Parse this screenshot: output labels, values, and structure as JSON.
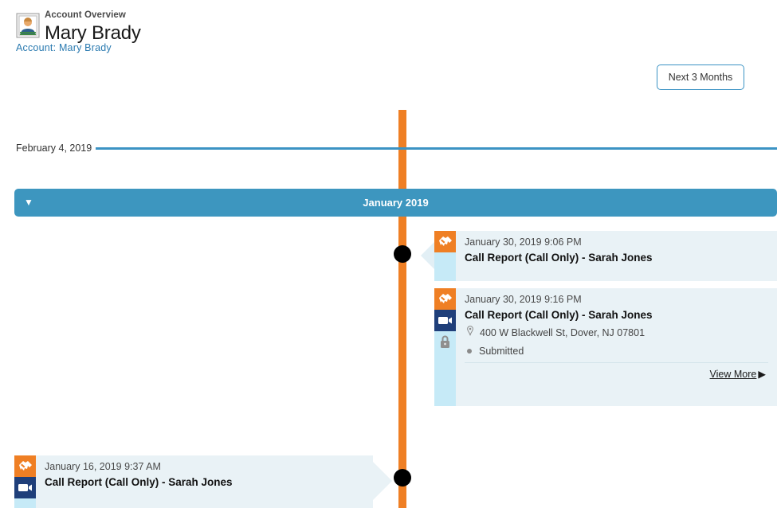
{
  "header": {
    "overview_label": "Account Overview",
    "account_name": "Mary Brady",
    "account_link_label": "Account:",
    "account_link_value": "Mary Brady",
    "avatar_icon": "contact-photo-icon"
  },
  "toolbar": {
    "next_months_label": "Next 3 Months"
  },
  "today_marker": {
    "date_label": "February 4, 2019",
    "line_color": "#3b93c4"
  },
  "month_group": {
    "title": "January 2019",
    "toggle_icon": "▼",
    "bar_color": "#3d96bf"
  },
  "timeline": {
    "axis_color": "#ef7f24",
    "dot_color": "#000000",
    "card_background": "#e9f2f6",
    "icon_column_background": "#c6eaf7"
  },
  "events": [
    {
      "side": "right",
      "time": "January 30, 2019 9:06 PM",
      "title": "Call Report (Call Only) - Sarah Jones",
      "icons": [
        "handshake-icon"
      ],
      "meta": []
    },
    {
      "side": "right",
      "time": "January 30, 2019 9:16 PM",
      "title": "Call Report (Call Only) - Sarah Jones",
      "icons": [
        "handshake-icon",
        "video-camera-icon",
        "lock-icon"
      ],
      "location": "400 W Blackwell St, Dover, NJ 07801",
      "status": "Submitted",
      "view_more_label": "View More",
      "view_more_caret": "▶"
    },
    {
      "side": "left",
      "time": "January 16, 2019 9:37 AM",
      "title": "Call Report (Call Only) - Sarah Jones",
      "icons": [
        "handshake-icon",
        "video-camera-icon"
      ],
      "meta": []
    }
  ]
}
